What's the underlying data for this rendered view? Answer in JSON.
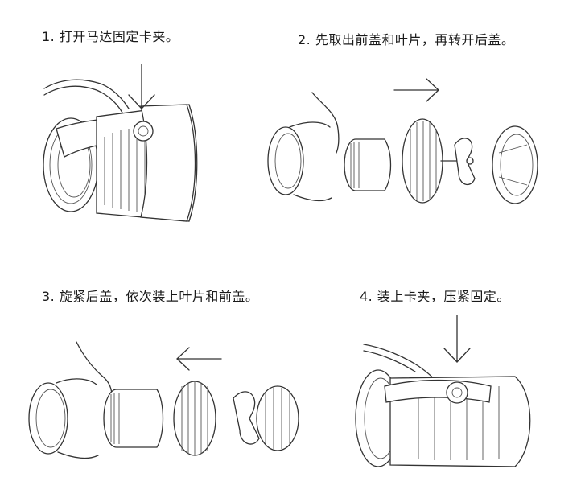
{
  "steps": [
    {
      "title": "1. 打开马达固定卡夹。"
    },
    {
      "title": "2. 先取出前盖和叶片，再转开后盖。"
    },
    {
      "title": "3. 旋紧后盖，依次装上叶片和前盖。"
    },
    {
      "title": "4. 装上卡夹，压紧固定。"
    }
  ],
  "arrows": {
    "step1": "down",
    "step2": "right",
    "step3": "left",
    "step4": "down"
  }
}
